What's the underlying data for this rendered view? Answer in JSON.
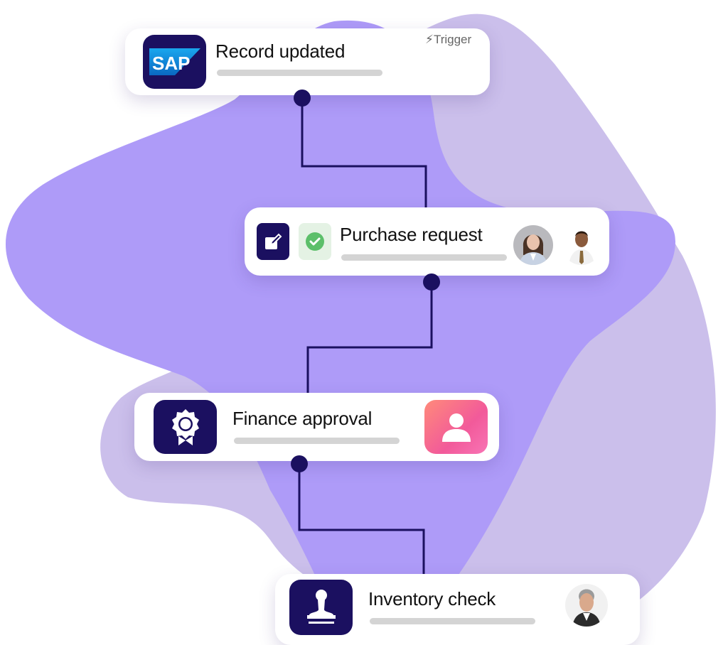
{
  "colors": {
    "blob_dark": "#ae9bf8",
    "blob_light": "#cbbfeb",
    "node_icon_bg": "#1b1060",
    "connector": "#1b1060",
    "check_green": "#5cbf6a",
    "check_bg": "#e4f2e4",
    "user_gradient_start": "#f25a9a",
    "user_gradient_end": "#ff8a7a"
  },
  "nodes": [
    {
      "id": "record-updated",
      "title": "Record updated",
      "icon": "sap-logo-icon",
      "badge": "Trigger",
      "badge_icon": "lightning-icon",
      "logo_text": "SAP"
    },
    {
      "id": "purchase-request",
      "title": "Purchase request",
      "icon": "edit-icon",
      "status_icon": "check-circle-icon",
      "assignees": [
        "woman-avatar",
        "man-avatar"
      ]
    },
    {
      "id": "finance-approval",
      "title": "Finance approval",
      "icon": "award-badge-icon",
      "assignees": [
        "user-icon"
      ]
    },
    {
      "id": "inventory-check",
      "title": "Inventory check",
      "icon": "stamp-icon",
      "assignees": [
        "older-man-avatar"
      ]
    }
  ]
}
